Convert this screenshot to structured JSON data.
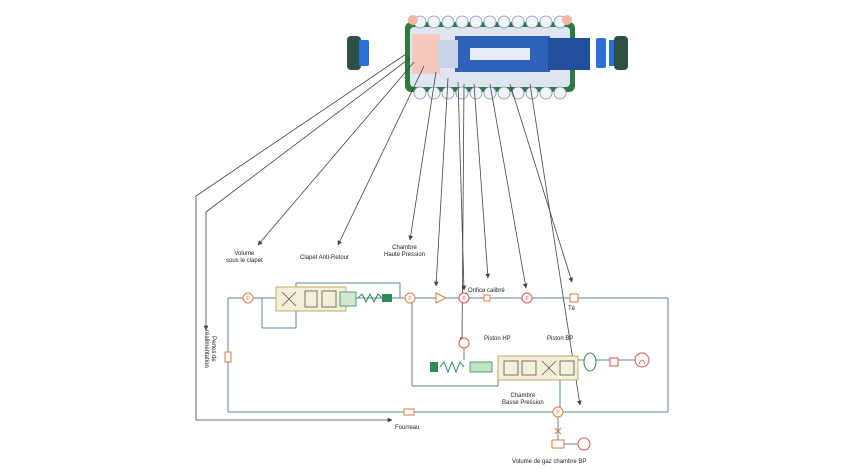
{
  "labels": {
    "volume_clapet": [
      "Volume",
      "sous le clapet"
    ],
    "clapet_anti_retour": "Clapet Anti-Retour",
    "chambre_hp": [
      "Chambre",
      "Haute Pression"
    ],
    "orifice": "Orifice calibré",
    "piston_hp": "Piston HP",
    "piston_bp": "Piston BP",
    "te": "Té",
    "chambre_bp": [
      "Chambre",
      "Basse Pression"
    ],
    "fourreau": "Fourreau",
    "volume_gaz": "Volume de gaz chambre BP",
    "pertes": [
      "Pertes de",
      "réalimentation"
    ]
  },
  "colors": {
    "line": "#5a83a8",
    "arrow": "#444444",
    "orange": "#e07a3c",
    "blue_body": "#2a5db0",
    "green": "#2e8b57",
    "red": "#d9534f"
  }
}
